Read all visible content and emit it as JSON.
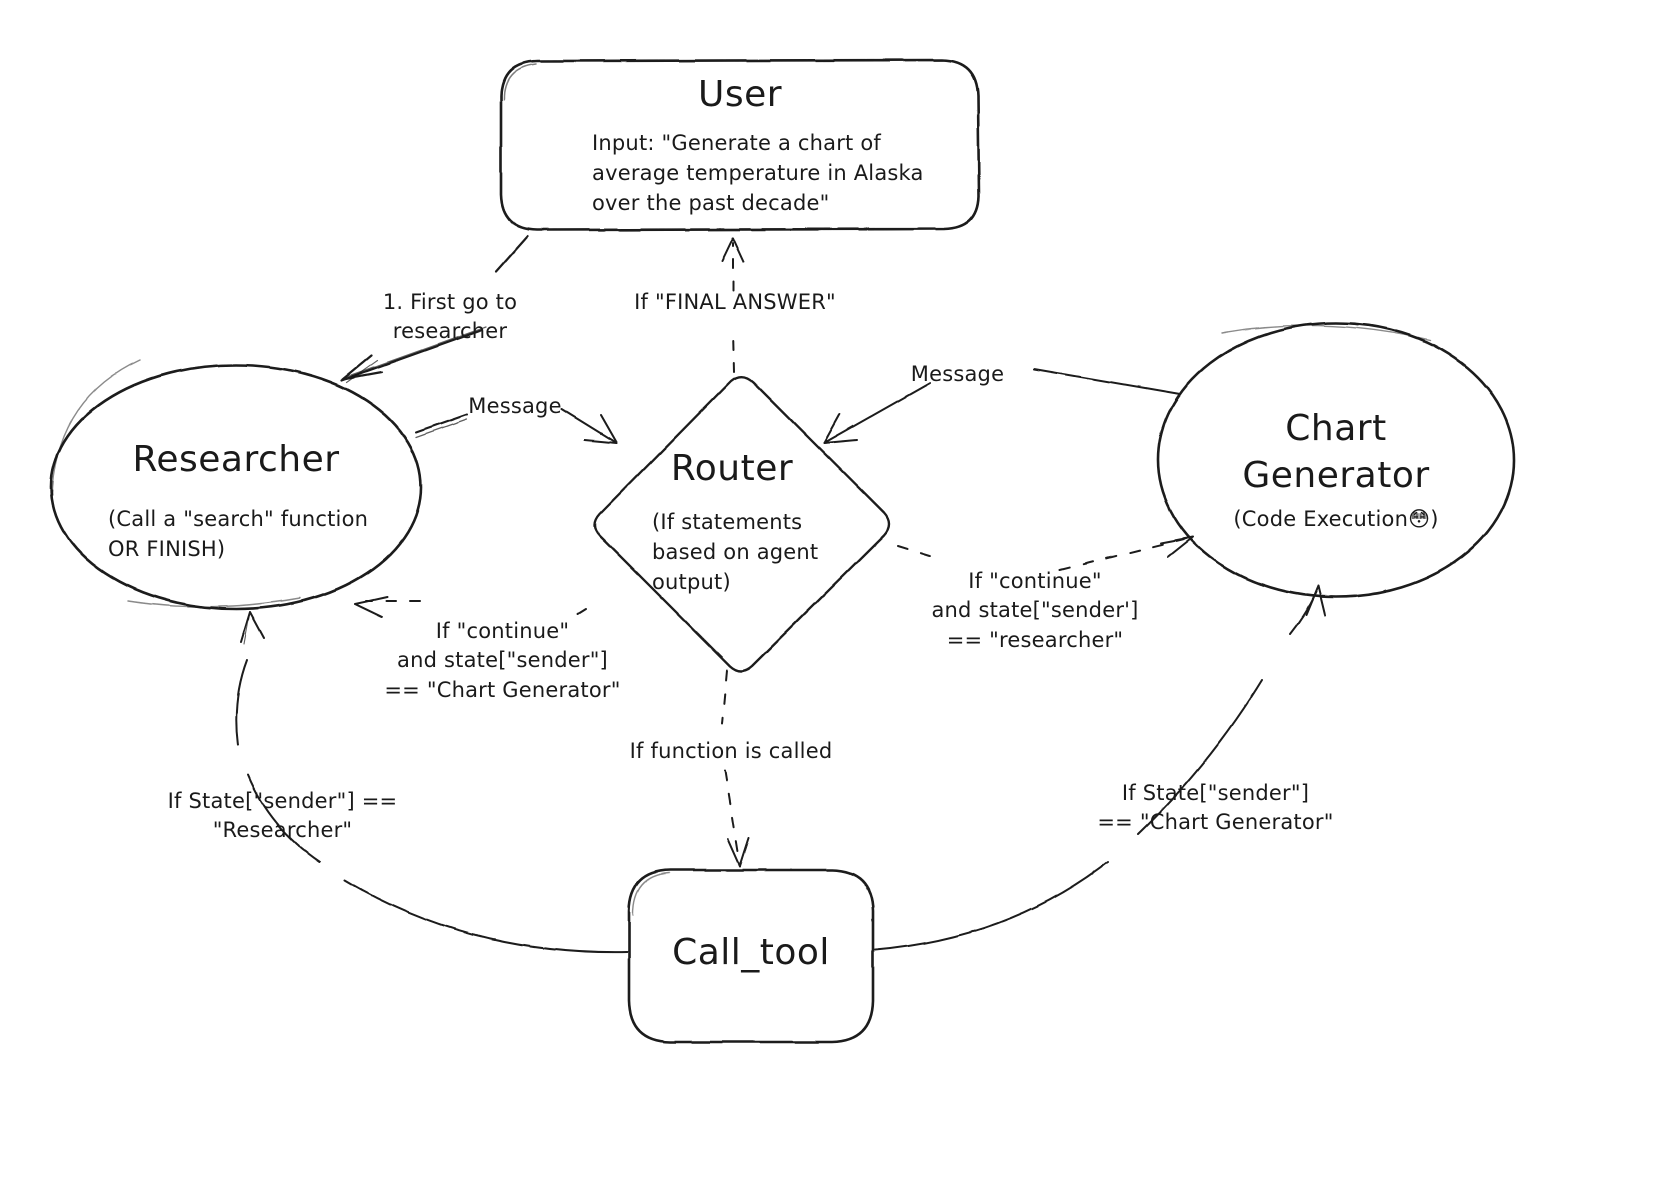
{
  "diagram": {
    "title": "Multi-agent LangGraph routing diagram",
    "stroke_color": "#1a1a1a",
    "background_color": "#ffffff"
  },
  "nodes": {
    "user": {
      "label": "User",
      "body": "Input: \"Generate a chart of\naverage temperature in Alaska\nover the past decade\"",
      "shape": "rounded-rectangle"
    },
    "researcher": {
      "label": "Researcher",
      "body": "(Call a \"search\" function\nOR FINISH)",
      "shape": "ellipse"
    },
    "router": {
      "label": "Router",
      "body": "(If statements\nbased on agent\noutput)",
      "shape": "diamond"
    },
    "chart_generator": {
      "label": "Chart\nGenerator",
      "body": "(Code Execution",
      "body_emoji": "😳",
      "body_tail": ")",
      "shape": "ellipse"
    },
    "call_tool": {
      "label": "Call_tool",
      "shape": "rounded-rectangle"
    }
  },
  "edges": [
    {
      "id": "user-to-researcher",
      "from": "user",
      "to": "researcher",
      "label": "1. First go to\nresearcher",
      "style": "solid"
    },
    {
      "id": "researcher-to-router",
      "from": "researcher",
      "to": "router",
      "label": "Message",
      "style": "solid"
    },
    {
      "id": "chartgen-to-router",
      "from": "chart_generator",
      "to": "router",
      "label": "Message",
      "style": "solid"
    },
    {
      "id": "router-to-user",
      "from": "router",
      "to": "user",
      "label": "If \"FINAL ANSWER\"",
      "style": "dashed"
    },
    {
      "id": "router-to-researcher",
      "from": "router",
      "to": "researcher",
      "label": "If \"continue\"\nand state[\"sender\"]\n== \"Chart Generator\"",
      "style": "dashed"
    },
    {
      "id": "router-to-chartgen",
      "from": "router",
      "to": "chart_generator",
      "label": "If \"continue\"\nand state[\"sender']\n== \"researcher\"",
      "style": "dashed"
    },
    {
      "id": "router-to-calltool",
      "from": "router",
      "to": "call_tool",
      "label": "If function is called",
      "style": "dashed"
    },
    {
      "id": "calltool-to-researcher",
      "from": "call_tool",
      "to": "researcher",
      "label": "If State[\"sender\"] ==\n\"Researcher\"",
      "style": "solid"
    },
    {
      "id": "calltool-to-chartgen",
      "from": "call_tool",
      "to": "chart_generator",
      "label": "If State[\"sender\"]\n== \"Chart Generator\"",
      "style": "solid"
    }
  ]
}
